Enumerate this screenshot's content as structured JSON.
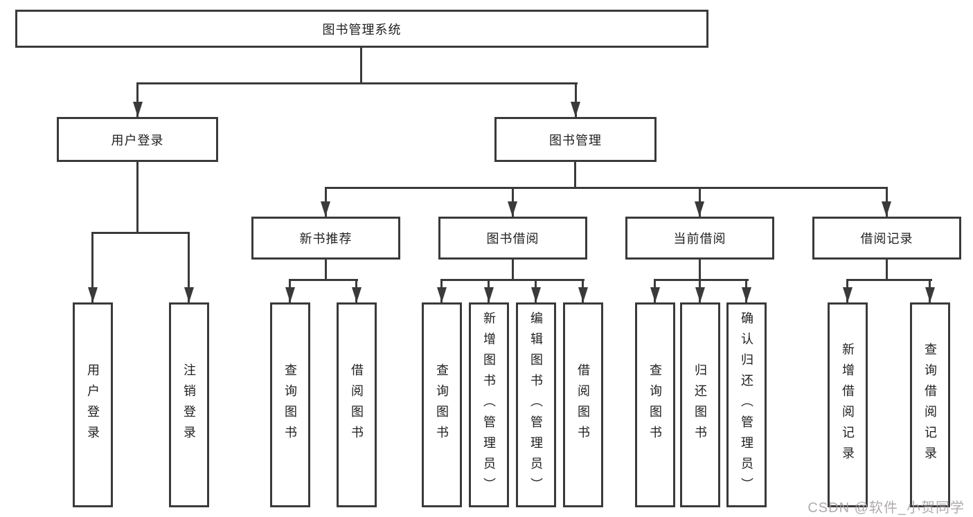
{
  "tree": {
    "root": {
      "label": "图书管理系统",
      "children": [
        {
          "label": "用户登录",
          "children": [
            {
              "label": "用户登录"
            },
            {
              "label": "注销登录"
            }
          ]
        },
        {
          "label": "图书管理",
          "children": [
            {
              "label": "新书推荐",
              "children": [
                {
                  "label": "查询图书"
                },
                {
                  "label": "借阅图书"
                }
              ]
            },
            {
              "label": "图书借阅",
              "children": [
                {
                  "label": "查询图书"
                },
                {
                  "label": "新增图书（管理员）"
                },
                {
                  "label": "编辑图书（管理员）"
                },
                {
                  "label": "借阅图书"
                }
              ]
            },
            {
              "label": "当前借阅",
              "children": [
                {
                  "label": "查询图书"
                },
                {
                  "label": "归还图书"
                },
                {
                  "label": "确认归还（管理员）"
                }
              ]
            },
            {
              "label": "借阅记录",
              "children": [
                {
                  "label": "新增借阅记录"
                },
                {
                  "label": "查询借阅记录"
                }
              ]
            }
          ]
        }
      ]
    }
  },
  "watermark": {
    "text": "CSDN @软件_小贺同学"
  },
  "colors": {
    "line": "#3a3a3a",
    "text": "#1f1f1f",
    "background": "#ffffff",
    "watermark": "#a39d9d"
  }
}
